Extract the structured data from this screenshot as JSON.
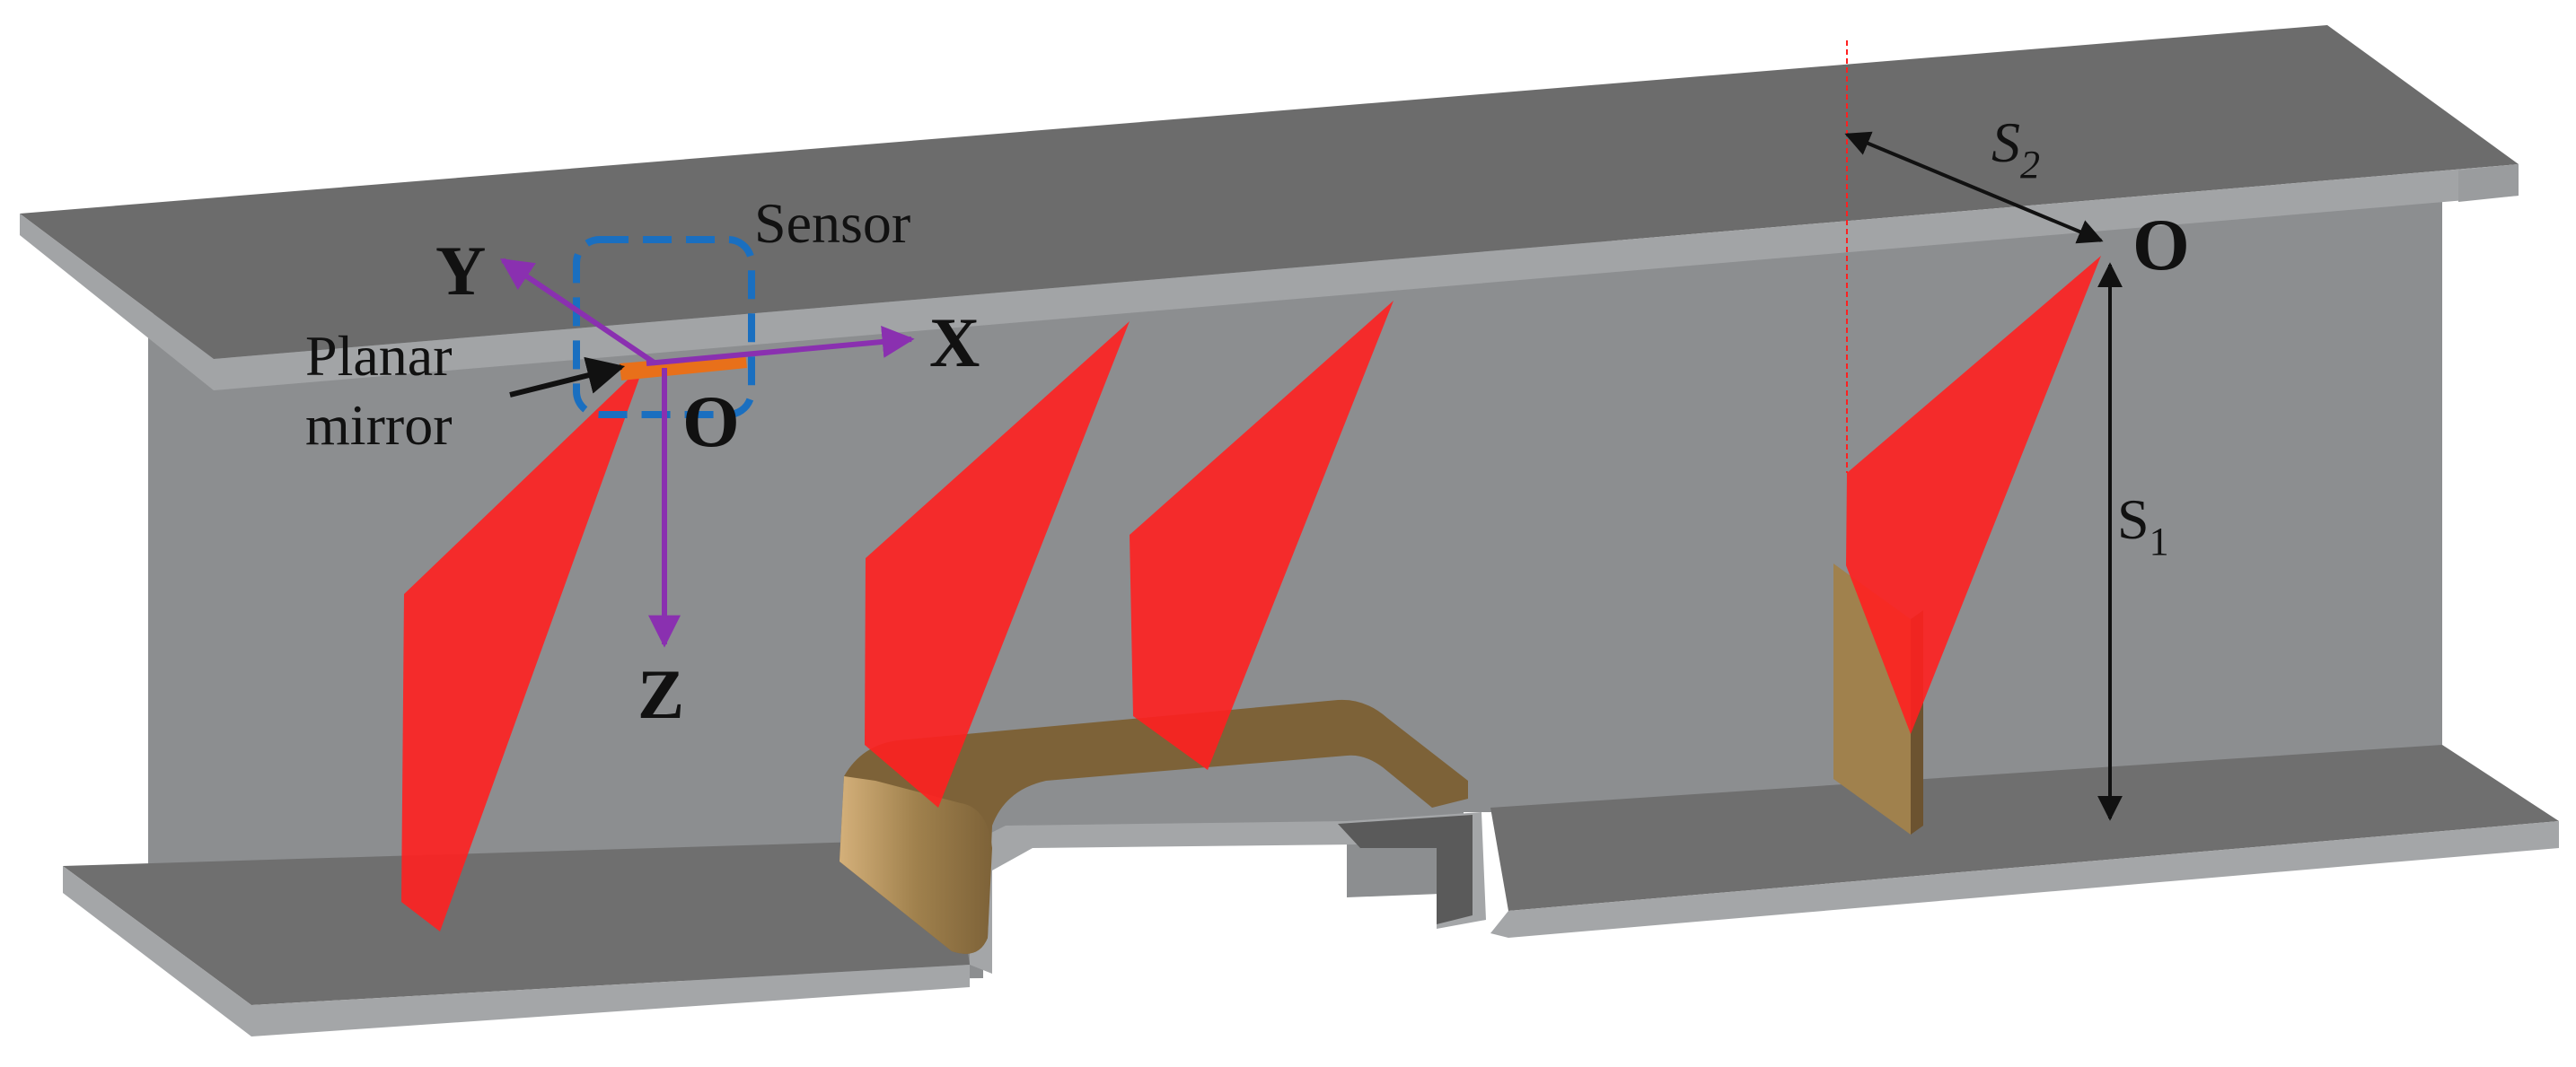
{
  "labels": {
    "sensor": "Sensor",
    "planar_line1": "Planar",
    "planar_line2": "mirror",
    "axis_x": "X",
    "axis_y": "Y",
    "axis_z": "Z",
    "origin_left": "O",
    "origin_right": "O",
    "s1_main": "S",
    "s1_sub": "1",
    "s2_main": "S",
    "s2_sub": "2"
  },
  "colors": {
    "beam_face": "#8c8e90",
    "beam_top": "#6c6c6c",
    "beam_edge": "#a4a6a8",
    "laser": "#ff2020",
    "wood": "#a0814d",
    "axis": "#8a30b0",
    "sensor_box": "#1a6fc0",
    "mirror": "#e8701a"
  }
}
